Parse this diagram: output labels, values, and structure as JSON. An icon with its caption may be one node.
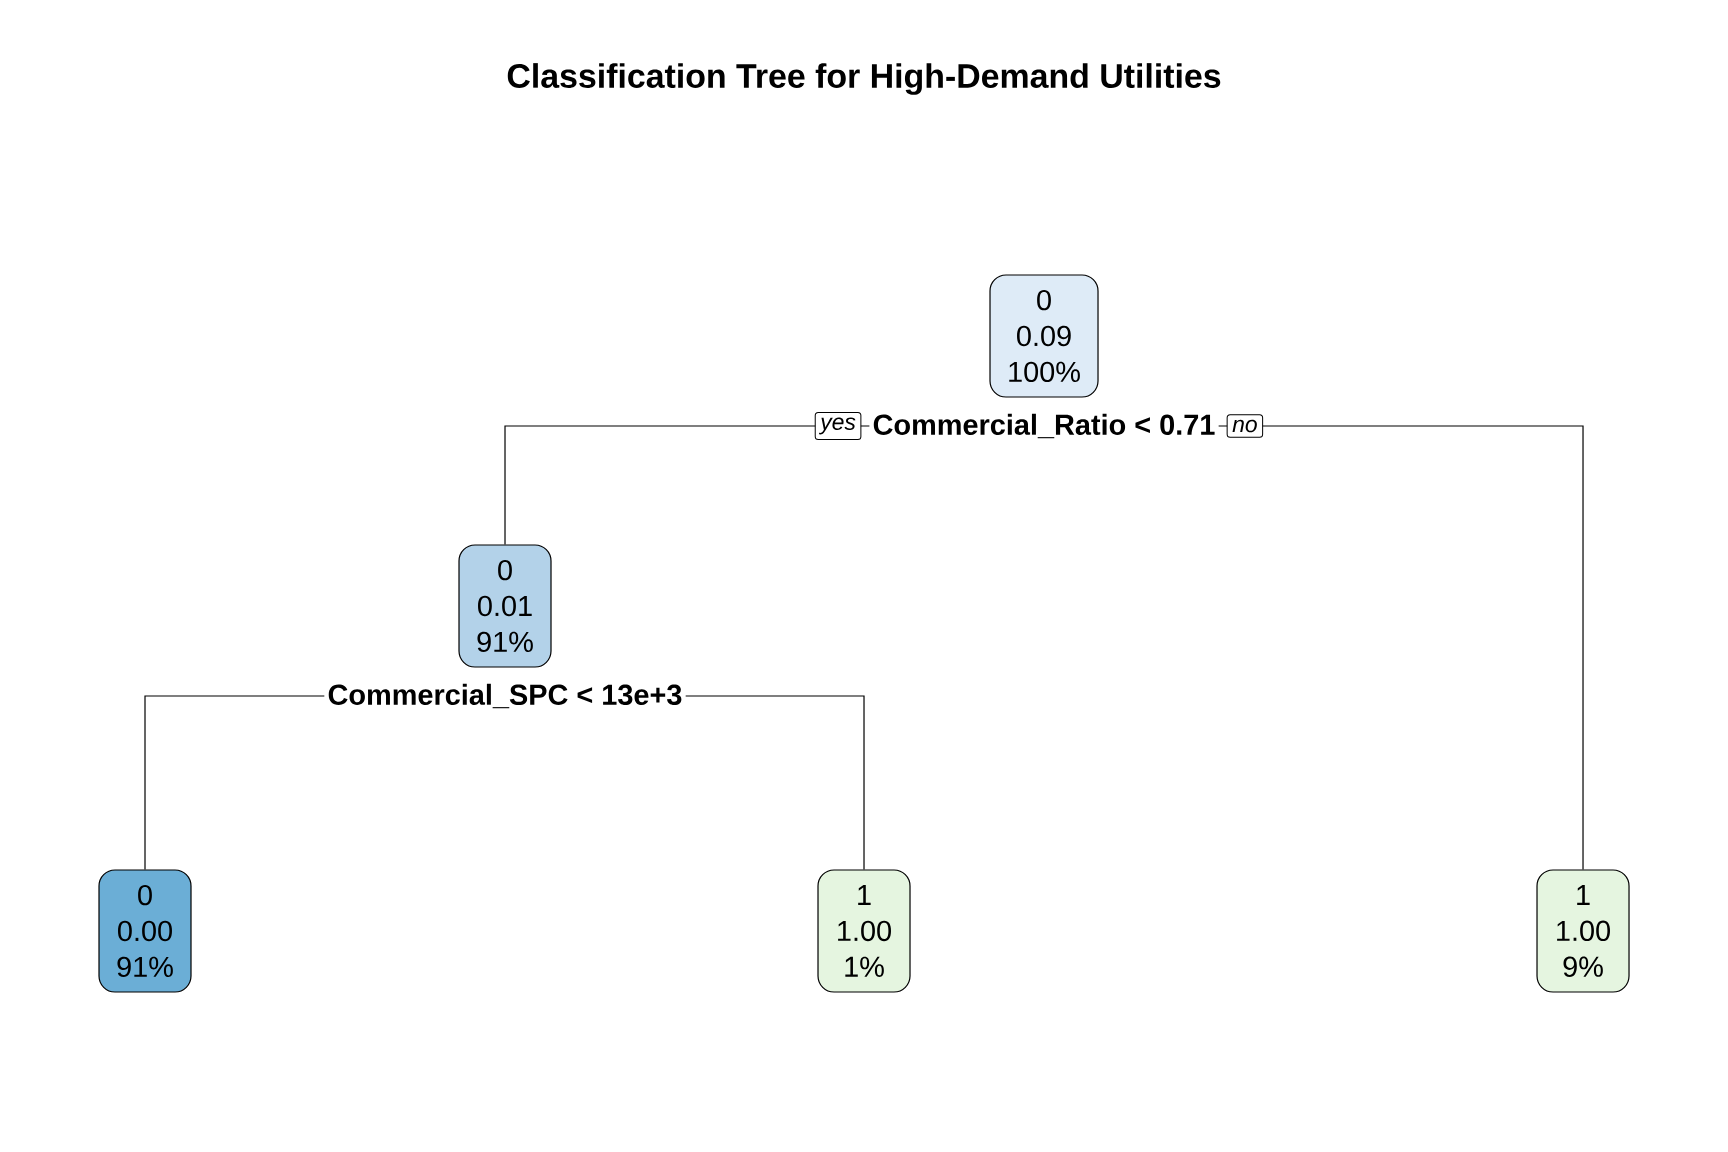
{
  "diagram": {
    "title": "Classification Tree for High-Demand Utilities",
    "nodes": [
      {
        "text": [
          "0",
          "0.09",
          "100%"
        ],
        "beside": [
          "Commercial_Ratio < 0.71"
        ]
      },
      {
        "text": [
          "0",
          "0.01",
          "91%"
        ],
        "beside": [
          "Commercial_SPC < 13e+3"
        ]
      },
      {
        "text": [
          "0",
          "0.00",
          "91%"
        ]
      },
      {
        "text": [
          "1",
          "1.00",
          "1%"
        ]
      },
      {
        "text": [
          "1",
          "1.00",
          "9%"
        ]
      }
    ],
    "edges": [
      {
        "from": 0,
        "to": 1,
        "arrow": "none",
        "label": "yes"
      },
      {
        "from": 0,
        "to": 4,
        "arrow": "none",
        "label": "no"
      },
      {
        "from": 1,
        "to": 2,
        "arrow": "none"
      },
      {
        "from": 1,
        "to": 3,
        "arrow": "none"
      }
    ]
  }
}
